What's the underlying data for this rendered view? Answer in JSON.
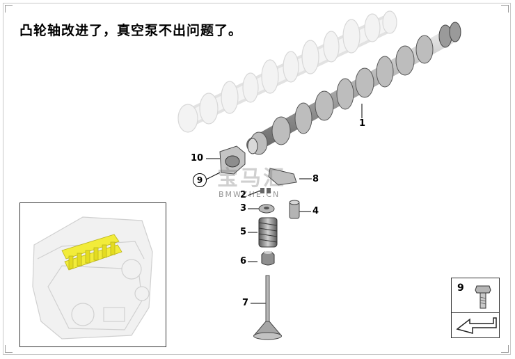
{
  "title": "凸轮轴改进了，真空泵不出问题了。",
  "watermark": {
    "text": "宝马汇",
    "url": "BMWCHE.CN"
  },
  "callouts": {
    "c1": "1",
    "c2": "2",
    "c3": "3",
    "c4": "4",
    "c5": "5",
    "c6": "6",
    "c7": "7",
    "c8": "8",
    "c9": "9",
    "c10": "10"
  },
  "legend": {
    "number": "9"
  },
  "colors": {
    "part_fill": "#cfcfcf",
    "part_dark": "#8a8a8a",
    "ghost_fill": "#eeeeee",
    "highlight": "#f2ec3a"
  },
  "icons": [
    "camshaft-icon",
    "bolt-icon",
    "arrow-icon",
    "engine-icon"
  ]
}
